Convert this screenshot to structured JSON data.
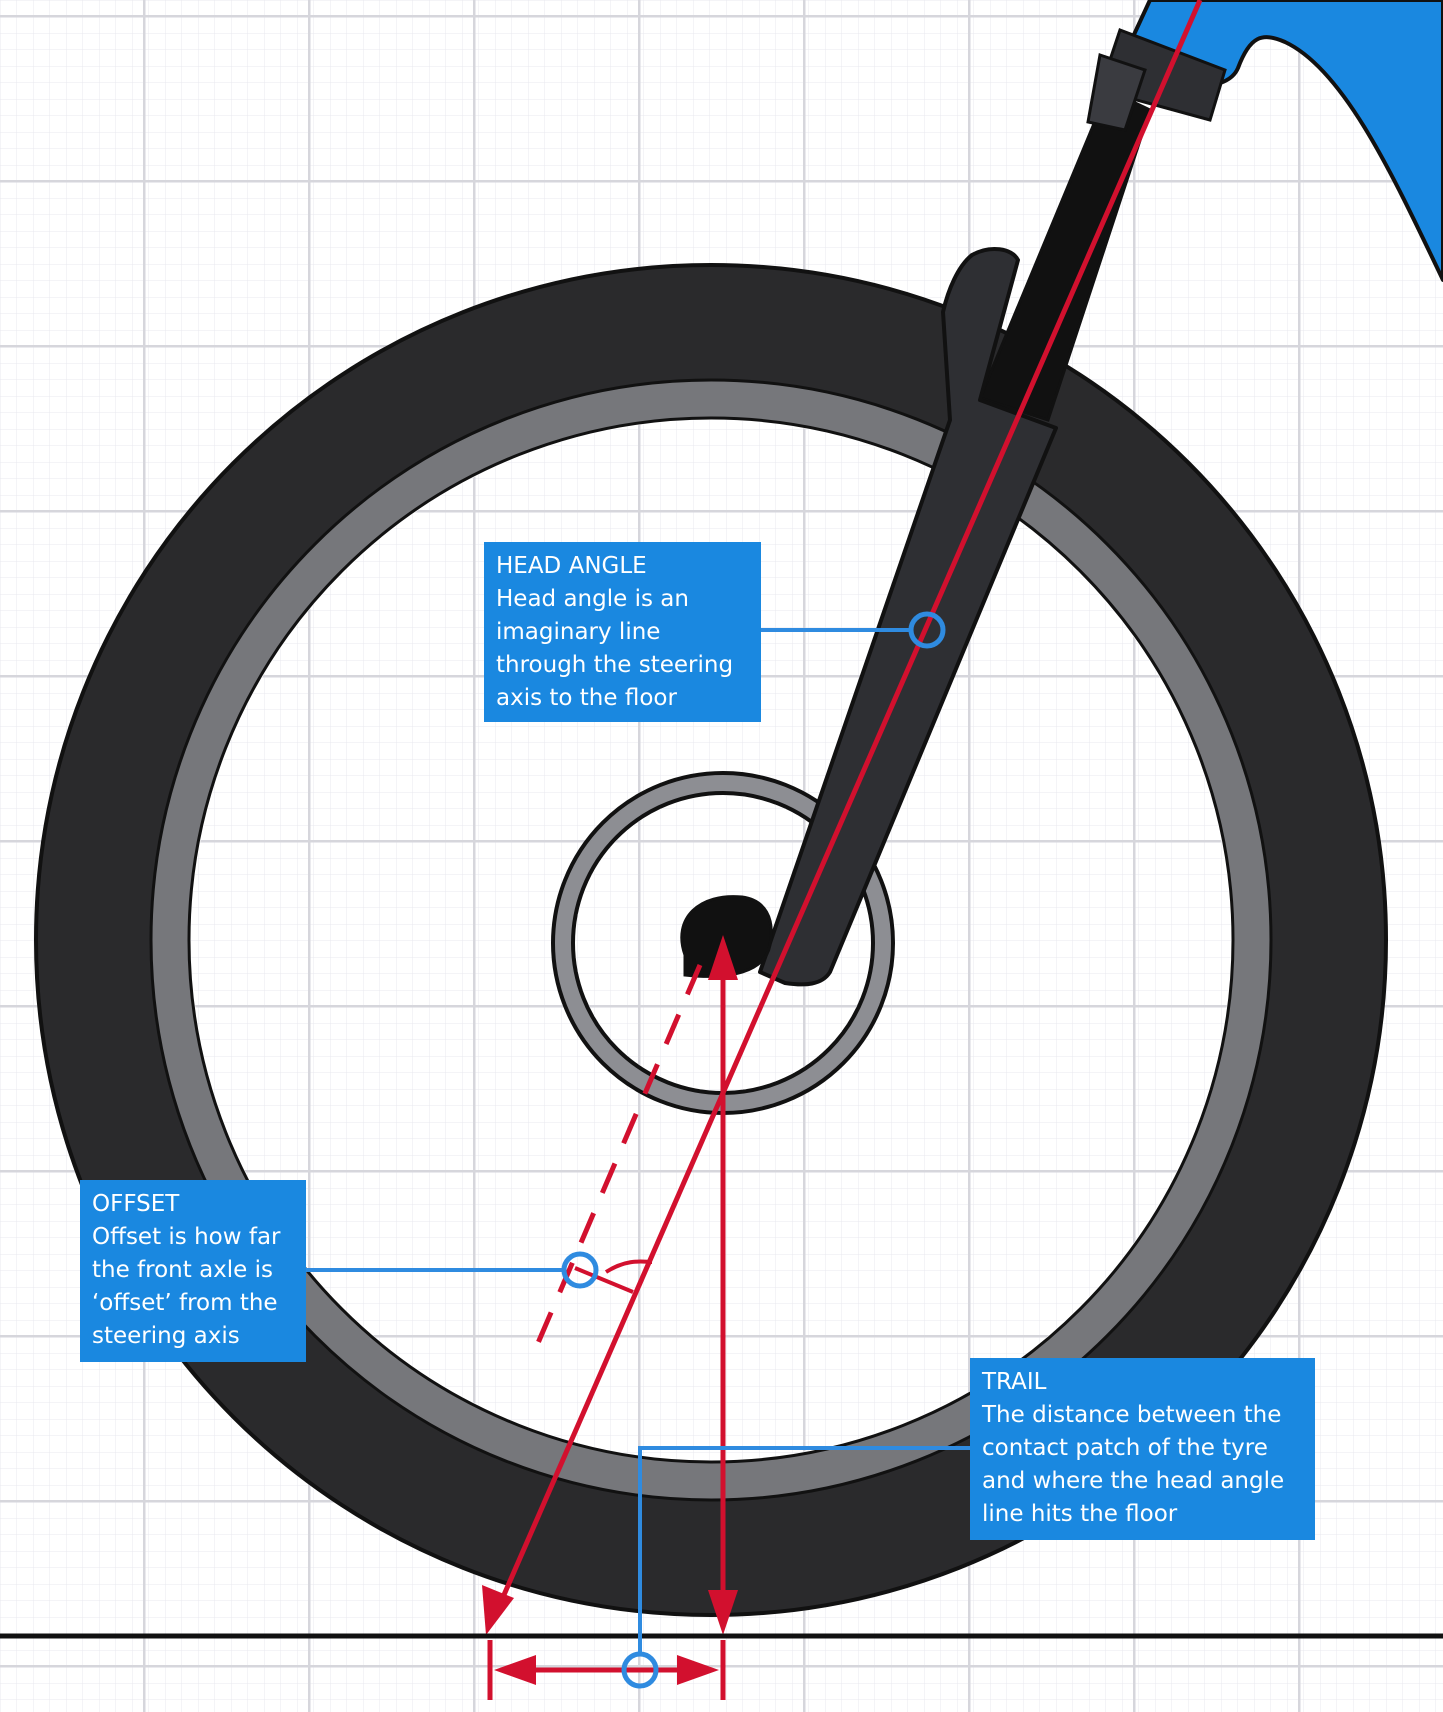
{
  "colors": {
    "frame_blue": "#1a88e0",
    "callout_blue": "#1a88e0",
    "tyre": "#2a2a2c",
    "rim": "#76777b",
    "fork": "#2e2f33",
    "steerer": "#111111",
    "red": "#d2102e",
    "leader_blue": "#2f8be0",
    "grid_minor": "#e9e9ef",
    "grid_major": "#d6d6dc"
  },
  "callouts": {
    "head_angle": {
      "title": "HEAD ANGLE",
      "lines": [
        "Head angle is an",
        "imaginary line",
        "through the steering",
        "axis to the floor"
      ]
    },
    "offset": {
      "title": "OFFSET",
      "lines": [
        "Offset is how far",
        "the front axle is",
        "‘offset’ from the",
        "steering axis"
      ]
    },
    "trail": {
      "title": "TRAIL",
      "lines": [
        "The distance between the",
        "contact patch of the tyre",
        "and where the head angle",
        "line hits the floor"
      ]
    }
  }
}
